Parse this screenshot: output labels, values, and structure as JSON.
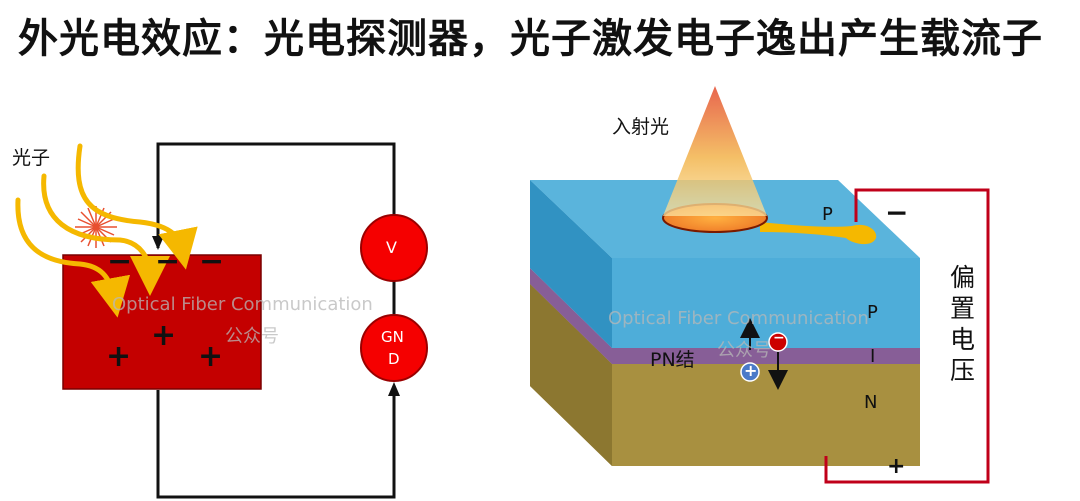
{
  "title": "外光电效应：光电探测器，光子激发电子逸出产生载流子",
  "left_diagram": {
    "photon_label": "光子",
    "voltmeter_label": "V",
    "ground_label_line1": "GN",
    "ground_label_line2": "D",
    "minus_sign": "−",
    "plus_sign": "+"
  },
  "right_diagram": {
    "incident_light_label": "入射光",
    "p_contact_label": "P",
    "minus_terminal": "−",
    "plus_terminal": "+",
    "layer_p": "P",
    "layer_i": "I",
    "layer_n": "N",
    "pn_junction_label": "PN结",
    "bias_voltage_label": "偏置电压",
    "electron_sign": "−",
    "hole_sign": "+"
  },
  "watermark": {
    "line1": "Optical Fiber Communication",
    "line2": "公众号"
  },
  "colors": {
    "material_red": "#c40000",
    "photon_yellow": "#f5b800",
    "p_layer_blue": "#3fa6d6",
    "n_layer_gold": "#a89040",
    "junction_purple": "#7a4d8c",
    "bias_wire": "#c0001a",
    "meter_red": "#f50000"
  }
}
